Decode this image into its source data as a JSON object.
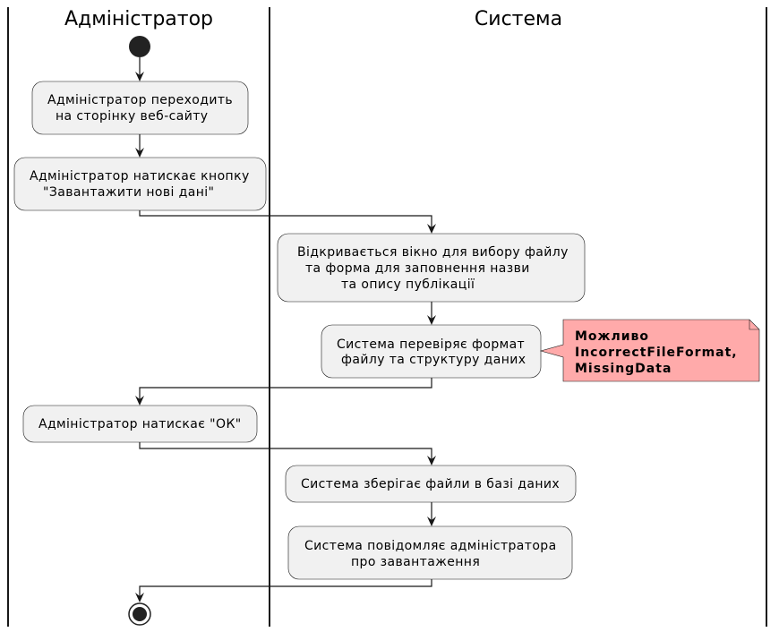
{
  "lanes": [
    {
      "title": "Адміністратор"
    },
    {
      "title": "Система"
    }
  ],
  "activities": [
    {
      "lines": [
        "Адміністратор переходить",
        "на сторінку веб-сайту"
      ]
    },
    {
      "lines": [
        "Адміністратор натискає кнопку",
        "\"Завантажити нові дані\""
      ]
    },
    {
      "lines": [
        "Відкривається вікно для вибору файлу",
        "та форма для заповнення назви",
        "та опису публікації"
      ]
    },
    {
      "lines": [
        "Система перевіряє формат",
        "файлу та структуру даних"
      ]
    },
    {
      "lines": [
        "Адміністратор натискає \"ОК\""
      ]
    },
    {
      "lines": [
        "Система зберігає файли в базі даних"
      ]
    },
    {
      "lines": [
        "Система повідомляє адміністратора",
        "про завантаження"
      ]
    }
  ],
  "note": {
    "lines": [
      "Можливо",
      "IncorrectFileFormat,",
      "MissingData"
    ],
    "color": "#ffaaaa"
  },
  "colors": {
    "activity_fill": "#f1f1f1",
    "line": "#181818"
  }
}
